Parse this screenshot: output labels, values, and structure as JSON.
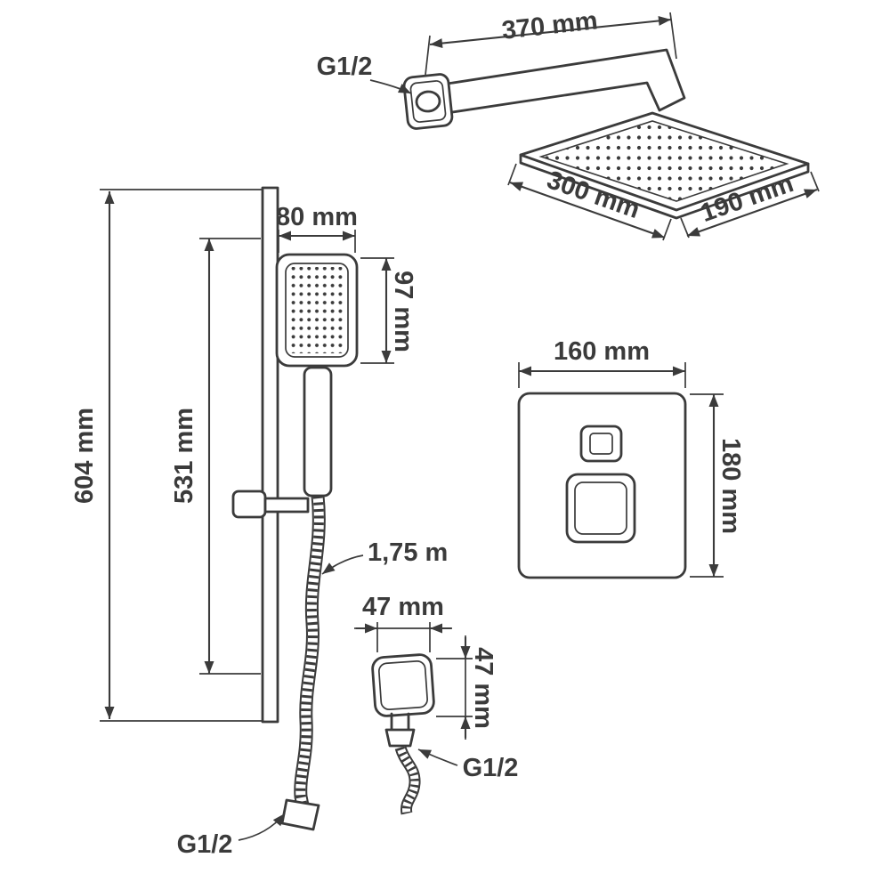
{
  "page": {
    "background": "#ffffff",
    "line_color": "#3b3b3b",
    "description": "Technical dimension drawing of a concealed shower set"
  },
  "overhead_shower": {
    "thread_label": "G1/2",
    "arm_length": "370 mm",
    "head_width": "300 mm",
    "head_depth": "190 mm"
  },
  "slide_bar": {
    "total_height": "604 mm",
    "rail_height": "531 mm"
  },
  "hand_shower": {
    "width": "80 mm",
    "height": "97 mm"
  },
  "hose": {
    "length": "1,75 m",
    "thread_label": "G1/2"
  },
  "mixer": {
    "width": "160 mm",
    "height": "180 mm"
  },
  "wall_outlet": {
    "width": "47 mm",
    "height": "47 mm",
    "thread_label": "G1/2"
  }
}
